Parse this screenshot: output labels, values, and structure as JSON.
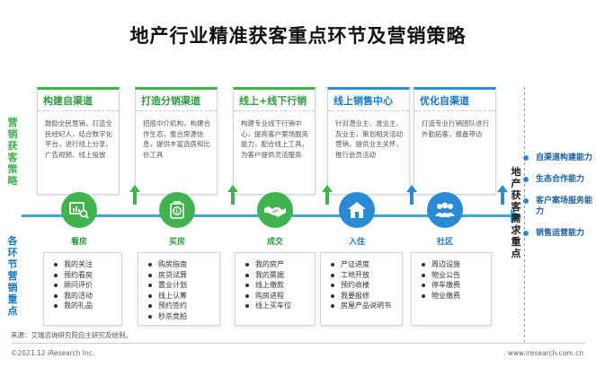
{
  "title": "地产行业精准获客重点环节及营销策略",
  "left_labels": {
    "marketing_strategy": "营销获客策略",
    "key_points": "各环节营销重点"
  },
  "right_label": "地产获客需求重点",
  "strategies": [
    {
      "title": "构建自渠道",
      "body": "鼓励全民营销，打造全民经纪人，结合数字化平台，进行线上分享、广告视频、线上投放"
    },
    {
      "title": "打造分销渠道",
      "body": "招揽中介机构，构建合作生态，整合房源信息，提供丰富选房和比价工具"
    },
    {
      "title": "线上+线下行销",
      "body": "构建专业线下行销中心，提高客户案场服务能力，配合线上工具，为客户提供灵活服务"
    },
    {
      "title": "线上销售中心",
      "body": "针对潜业主、准业主、及业主，策划相关活动营销，提供业主关怀、推行会员活动"
    },
    {
      "title": "优化自渠道",
      "body": "打造专业行销团队进行外勤拓客，报备带访"
    }
  ],
  "stages": [
    {
      "label": "看房",
      "icon": "chart-magnify-icon"
    },
    {
      "label": "买房",
      "icon": "money-bag-icon"
    },
    {
      "label": "成交",
      "icon": "handshake-icon"
    },
    {
      "label": "入住",
      "icon": "house-icon"
    },
    {
      "label": "社区",
      "icon": "people-icon"
    }
  ],
  "stage_points": [
    [
      "我的关注",
      "预约看房",
      "顾问评价",
      "我的活动",
      "我的礼品"
    ],
    [
      "购房指南",
      "房贷试算",
      "置业计划",
      "线上认筹",
      "预约签约",
      "秒杀竞拍"
    ],
    [
      "我的房产",
      "我的票据",
      "线上缴款",
      "购房进程",
      "线上买车位"
    ],
    [
      "产证进度",
      "工地开放",
      "预约收楼",
      "我要报修",
      "房屋产品说明书"
    ],
    [
      "周边设施",
      "物业公告",
      "停车缴费",
      "物业缴费"
    ]
  ],
  "needs": [
    "自渠道构建能力",
    "生态合作能力",
    "客户案场服务能力",
    "销售运营能力"
  ],
  "source": "来源：艾瑞咨询研究院自主研究及绘制。",
  "footer": {
    "copyright": "©2021.12 iResearch Inc.",
    "website": "www.iresearch.com.cn"
  },
  "colors": {
    "green": "#41b34e",
    "blue": "#2b8ad4",
    "flow_line": "#3ba7dd"
  }
}
